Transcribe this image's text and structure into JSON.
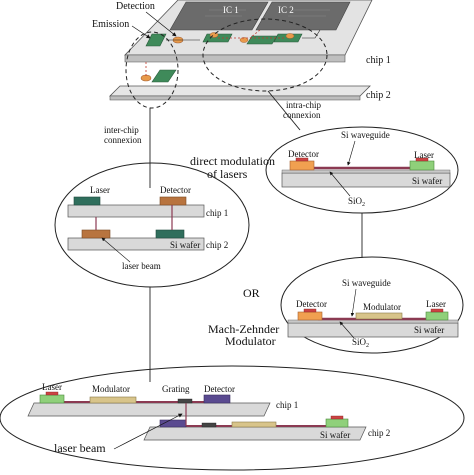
{
  "labels": {
    "detection": "Detection",
    "emission": "Emission",
    "ic1": "IC 1",
    "ic2": "IC 2",
    "chip1": "chip 1",
    "chip2": "chip 2",
    "intra_chip_1": "intra-chip",
    "intra_chip_2": "connexion",
    "inter_chip_1": "inter-chip",
    "inter_chip_2": "connexion",
    "direct_mod_1": "direct modulation",
    "direct_mod_2": "of lasers",
    "or": "OR",
    "mz_1": "Mach-Zehnder",
    "mz_2": "Modulator",
    "laser_beam": "laser beam"
  },
  "panel_direct": {
    "si_waveguide": "Si waveguide",
    "detector": "Detector",
    "laser": "Laser",
    "sio2_base": "SiO",
    "sio2_sub": "2",
    "si_wafer": "Si wafer"
  },
  "panel_mz": {
    "si_waveguide": "Si waveguide",
    "detector": "Detector",
    "modulator": "Modulator",
    "laser": "Laser",
    "sio2_base": "SiO",
    "sio2_sub": "2",
    "si_wafer": "Si wafer"
  },
  "panel_inter": {
    "laser": "Laser",
    "detector": "Detector",
    "chip1": "chip 1",
    "chip2": "chip 2",
    "si_wafer": "Si wafer",
    "laser_beam": "laser beam"
  },
  "panel_bottom": {
    "laser": "Laser",
    "modulator": "Modulator",
    "grating": "Grating",
    "detector": "Detector",
    "chip1": "chip 1",
    "chip2": "chip 2",
    "si_wafer": "Si wafer",
    "laser_beam": "laser beam"
  },
  "colors": {
    "laser_green": "#8fd07a",
    "detector_orange": "#f0a050",
    "detector_dark": "#2f6e5c",
    "laser_brown": "#b8743f",
    "modulator_tan": "#d8c48a",
    "detector_purple": "#5a4a90",
    "waveguide": "#8b3a52",
    "wafer_gray": "#d9d9d9"
  }
}
